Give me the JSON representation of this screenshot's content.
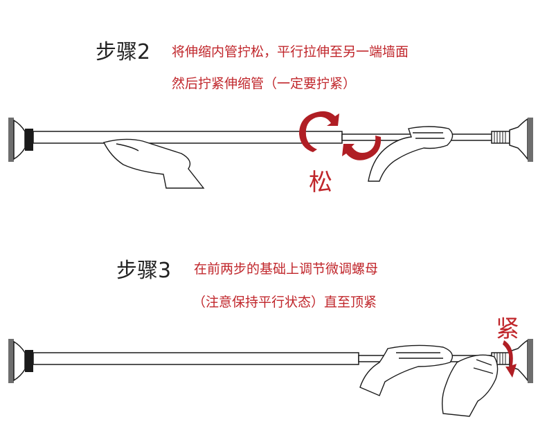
{
  "step2": {
    "label": "步骤2",
    "line1": "将伸缩内管拧松，平行拉伸至另一端墙面",
    "line2": "然后拧紧伸缩管（一定要拧紧）",
    "action": "松"
  },
  "step3": {
    "label": "步骤3",
    "line1": "在前两步的基础上调节微调螺母",
    "line2": "（注意保持平行状态）直至顶紧",
    "action": "紧"
  },
  "colors": {
    "accent_red": "#c0262b",
    "line": "#1a1a1a",
    "wall": "#6e6e6e"
  }
}
